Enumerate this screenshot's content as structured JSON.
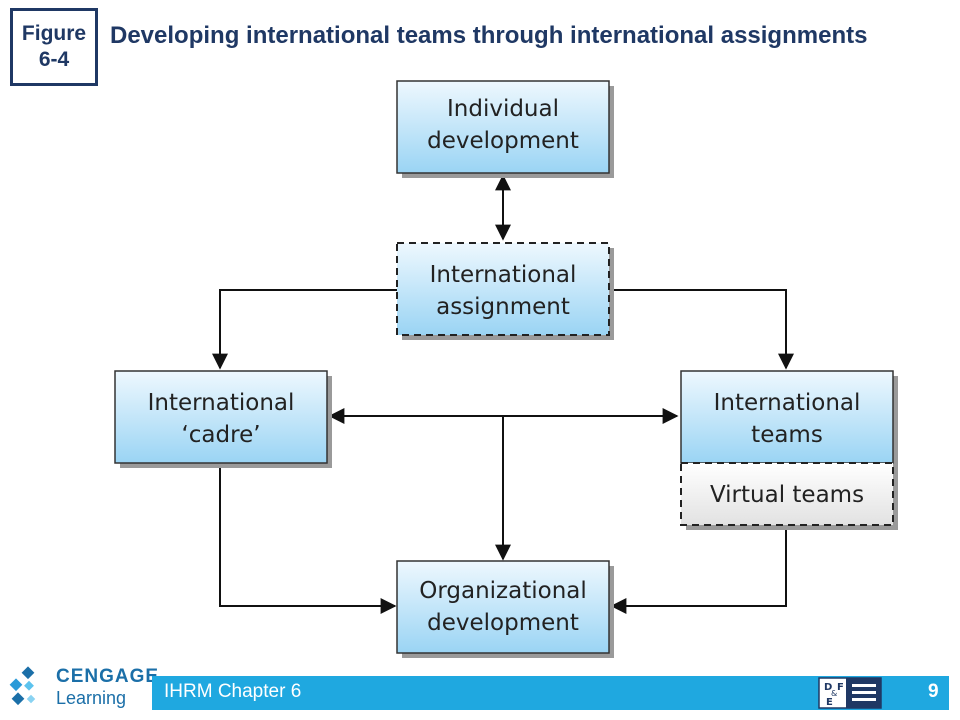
{
  "figure": {
    "line1": "Figure",
    "line2": "6-4"
  },
  "title": "Developing international teams through international assignments",
  "nodes": {
    "individual": {
      "line1": "Individual",
      "line2": "development"
    },
    "assignment": {
      "line1": "International",
      "line2": "assignment"
    },
    "cadre": {
      "line1": "International",
      "line2": "‘cadre’"
    },
    "teams": {
      "line1": "International",
      "line2": "teams"
    },
    "virtual": {
      "line1": "Virtual teams"
    },
    "organizational": {
      "line1": "Organizational",
      "line2": "development"
    }
  },
  "footer": {
    "chapter": "IHRM Chapter 6",
    "page": "9",
    "logo_line1": "CENGAGE",
    "logo_line2": "Learning",
    "badge_text_d": "D",
    "badge_text_amp": "&",
    "badge_text_f": "F",
    "badge_text_e": "E"
  },
  "colors": {
    "title": "#1f3864",
    "box_fill_top": "#e8f5fd",
    "box_fill_bottom": "#9dd6f5",
    "footer_bar": "#1fa8e0"
  }
}
